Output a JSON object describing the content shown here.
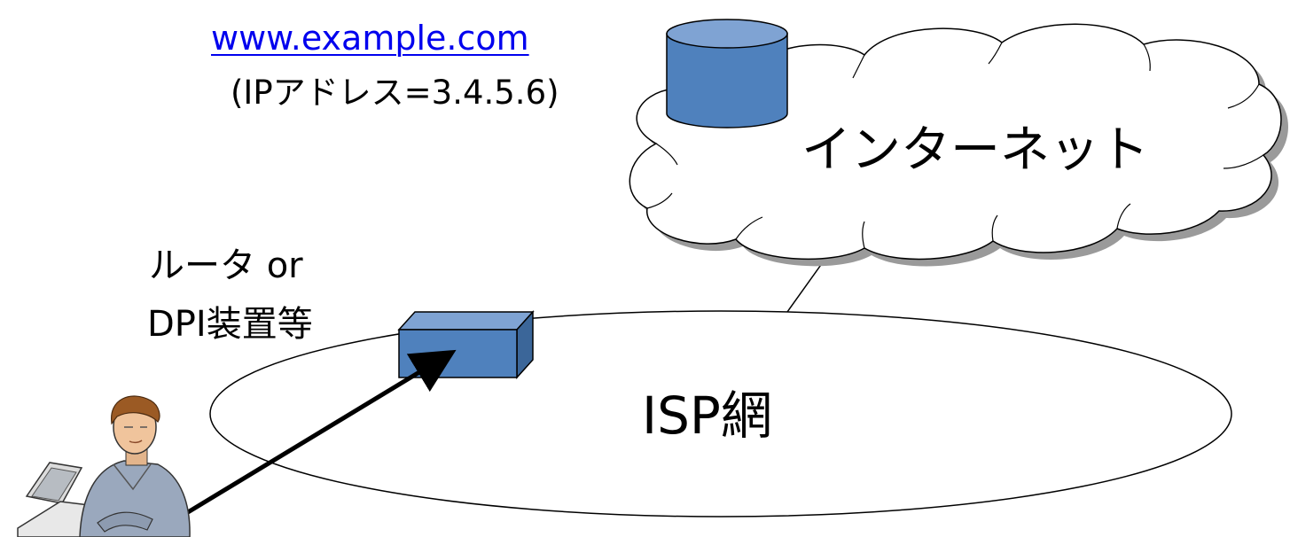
{
  "server": {
    "hostname": "www.example.com",
    "ip_note": "(IPアドレス=3.4.5.6)"
  },
  "internet": {
    "label": "インターネット"
  },
  "router": {
    "label_line1": "ルータ or",
    "label_line2": "DPI装置等"
  },
  "isp": {
    "label": "ISP網"
  },
  "colors": {
    "device_fill": "#4F81BD",
    "device_top": "#7FA3D3",
    "device_side": "#3B6699",
    "outline": "#000000",
    "link": "#0000EE"
  },
  "icons": {
    "server": "database-cylinder-icon",
    "router": "box-device-icon",
    "user": "person-with-laptop-icon",
    "cloud": "cloud-icon"
  }
}
